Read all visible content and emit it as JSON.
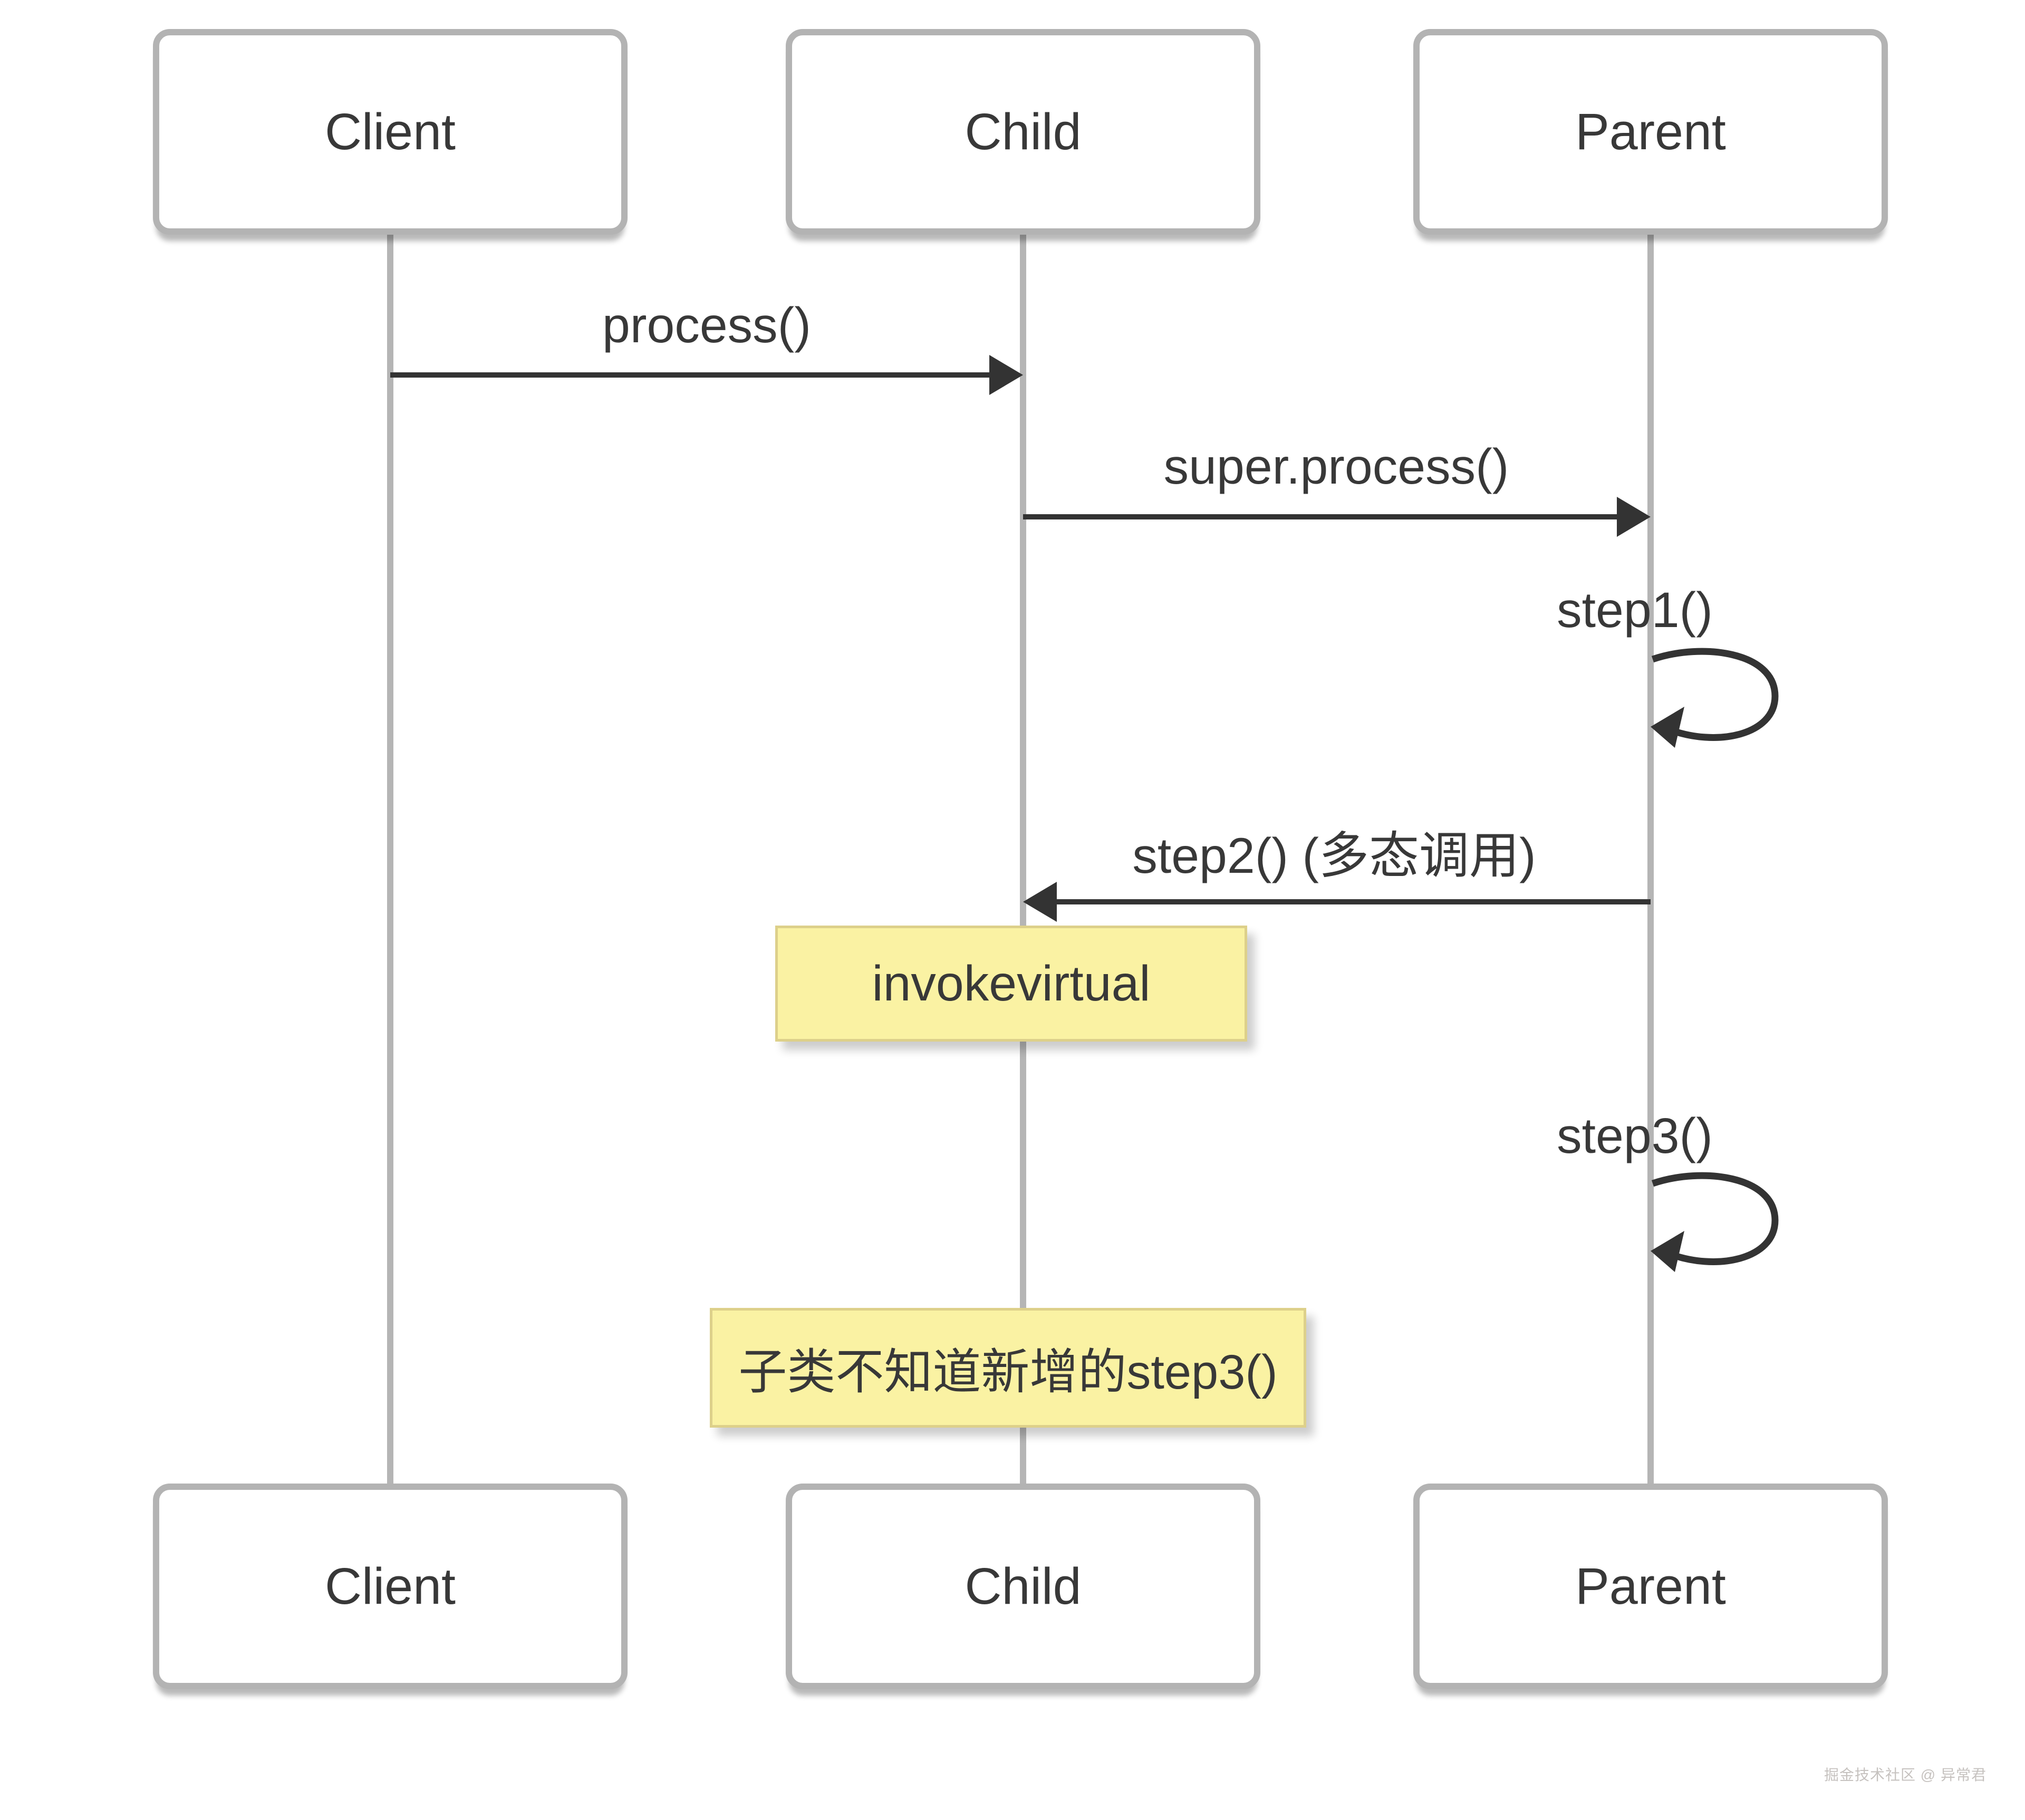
{
  "actors": [
    {
      "label": "Client"
    },
    {
      "label": "Child"
    },
    {
      "label": "Parent"
    }
  ],
  "messages": [
    {
      "label": "process()",
      "from": "Client",
      "to": "Child",
      "direction": "right"
    },
    {
      "label": "super.process()",
      "from": "Child",
      "to": "Parent",
      "direction": "right"
    },
    {
      "label": "step1()",
      "on": "Parent",
      "type": "self"
    },
    {
      "label": "step2() (多态调用)",
      "from": "Parent",
      "to": "Child",
      "direction": "left"
    },
    {
      "label": "step3()",
      "on": "Parent",
      "type": "self"
    }
  ],
  "notes": [
    {
      "text": "invokevirtual",
      "over": "Child"
    },
    {
      "text": "子类不知道新增的step3()",
      "over": "Child"
    }
  ],
  "watermark": {
    "text": "掘金技术社区 @ 异常君"
  },
  "colors": {
    "lifeline": "#b5b5b5",
    "box_border": "#b3b3b3",
    "box_fill": "#ffffff",
    "arrow": "#333333",
    "text": "#383838",
    "note_fill": "#faf2a3",
    "note_border": "#ddd08a",
    "watermark": "#c6c2bf"
  }
}
